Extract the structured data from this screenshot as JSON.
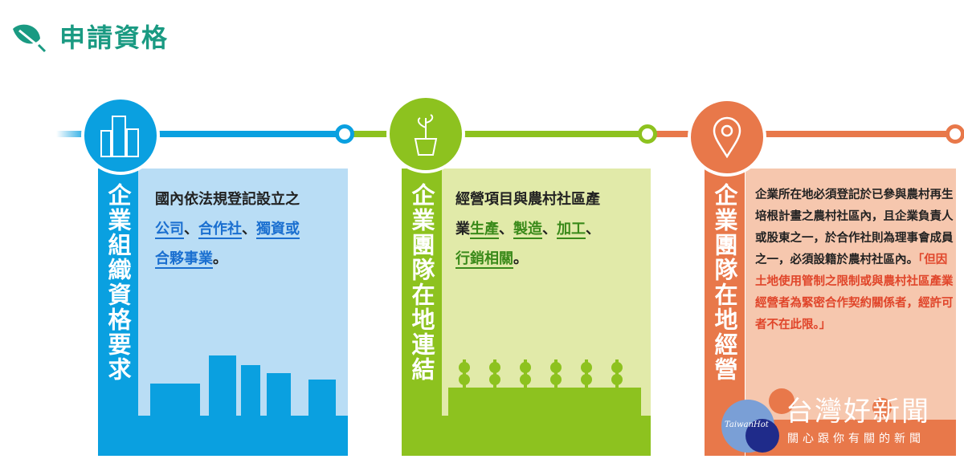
{
  "title": "申請資格",
  "colors": {
    "teal": "#1a9a82",
    "blue": "#0aa0e0",
    "green": "#8dc21f",
    "orange": "#e8784a"
  },
  "cards": [
    {
      "heading": "企業組織資格要求",
      "icon": "buildings-icon",
      "parts": [
        "國內依法規登記設立之",
        "公司",
        "、",
        "合作社",
        "、",
        "獨資或",
        "合夥事業",
        "。"
      ]
    },
    {
      "heading": "企業團隊在地連結",
      "icon": "potted-plant-icon",
      "parts": [
        "經營項目與農村社區產",
        "業",
        "生產",
        "、",
        "製造",
        "、",
        "加工",
        "、",
        "行銷相關",
        "。"
      ]
    },
    {
      "heading": "企業團隊在地經營",
      "icon": "location-pin-icon",
      "text": "企業所在地必須登記於已參與農村再生培根計畫之農村社區內，且企業負責人或股東之一，於合作社則為理事會成員之一，必須設籍於農村社區內。",
      "highlight": "「但因土地使用管制之限制或與農村社區產業經營者為緊密合作契約關係者，經許可者不在此限。」"
    }
  ],
  "watermark": {
    "logo": "TaiwanHot",
    "name": "台灣好新聞",
    "slogan": "關心跟你有關的新聞"
  }
}
